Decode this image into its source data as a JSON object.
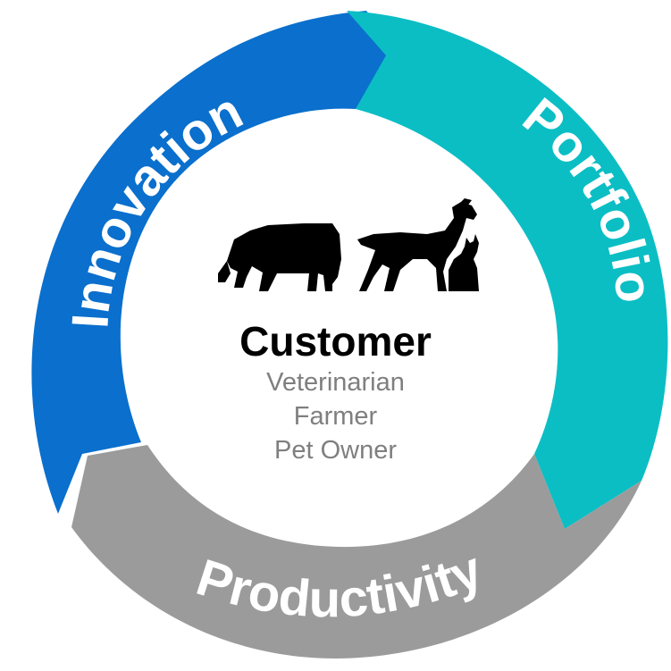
{
  "cycle": {
    "innovation": {
      "label": "Innovation",
      "color": "#0a6fcd"
    },
    "portfolio": {
      "label": "Portfolio",
      "color": "#0bbec4"
    },
    "productivity": {
      "label": "Productivity",
      "color": "#9b9b9b"
    }
  },
  "center": {
    "title": "Customer",
    "roles": [
      "Veterinarian",
      "Farmer",
      "Pet Owner"
    ],
    "icons": [
      "cow-icon",
      "dog-icon",
      "cat-icon"
    ]
  }
}
